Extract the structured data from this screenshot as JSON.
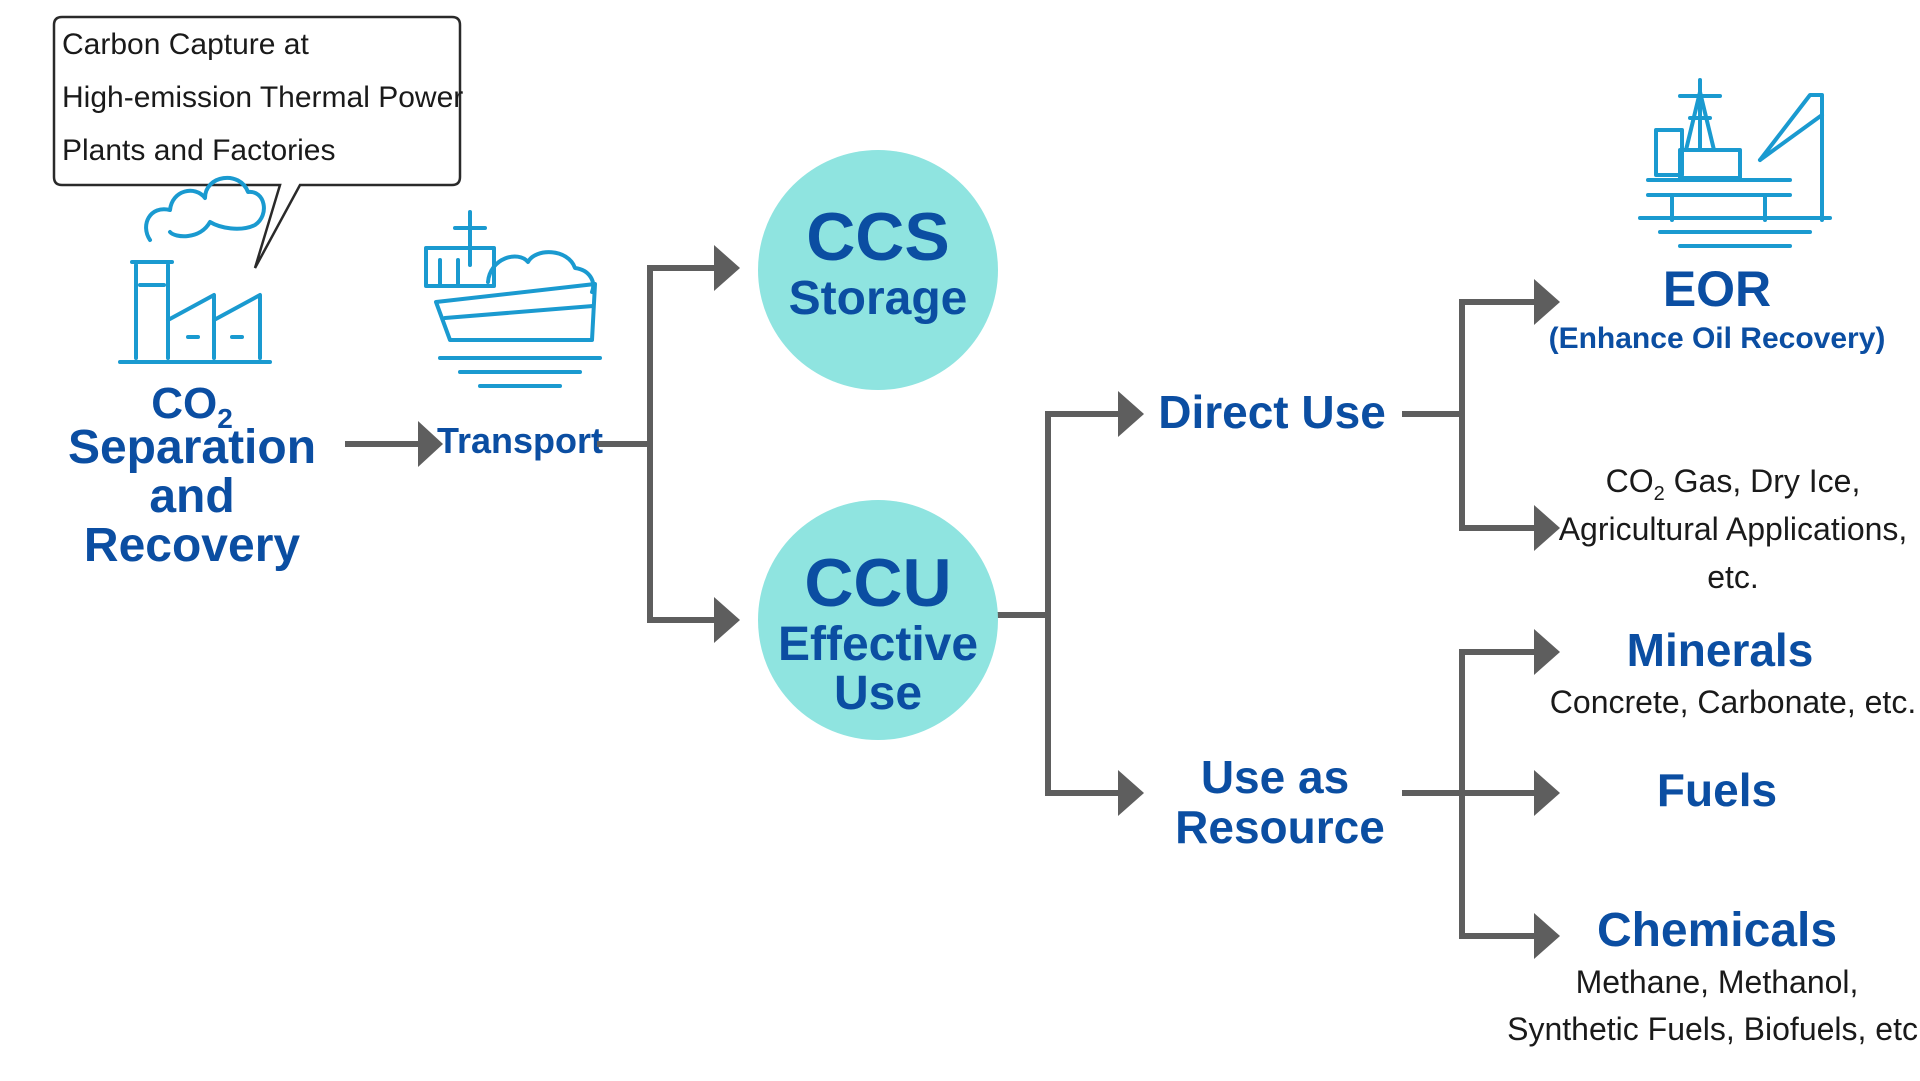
{
  "callout": {
    "line1": "Carbon Capture at",
    "line2": "High-emission Thermal Power",
    "line3": "Plants and Factories"
  },
  "separation": {
    "co": "CO",
    "sub": "2",
    "line2": "Separation",
    "line3": "and",
    "line4": "Recovery"
  },
  "transport": {
    "label": "Transport"
  },
  "ccs": {
    "title": "CCS",
    "subtitle": "Storage"
  },
  "ccu": {
    "title": "CCU",
    "line2": "Effective",
    "line3": "Use"
  },
  "direct_use": {
    "label": "Direct Use"
  },
  "use_as_resource": {
    "line1": "Use as",
    "line2": "Resource"
  },
  "eor": {
    "title": "EOR",
    "subtitle": "(Enhance Oil Recovery)"
  },
  "co2_gas": {
    "co": "CO",
    "sub": "2",
    "line1_rest": " Gas, Dry Ice,",
    "line2": "Agricultural Applications,",
    "line3": "etc."
  },
  "minerals": {
    "title": "Minerals",
    "desc": "Concrete, Carbonate, etc."
  },
  "fuels": {
    "title": "Fuels"
  },
  "chemicals": {
    "title": "Chemicals",
    "desc1": "Methane, Methanol,",
    "desc2": "Synthetic Fuels, Biofuels, etc."
  },
  "colors": {
    "title_blue": "#0b4ea2",
    "icon_blue": "#1a9ad0",
    "circle_fill": "#8fe4e0",
    "arrow_gray": "#5e5e5e"
  },
  "icons": [
    "factory-icon",
    "ship-icon",
    "oil-rig-icon"
  ]
}
